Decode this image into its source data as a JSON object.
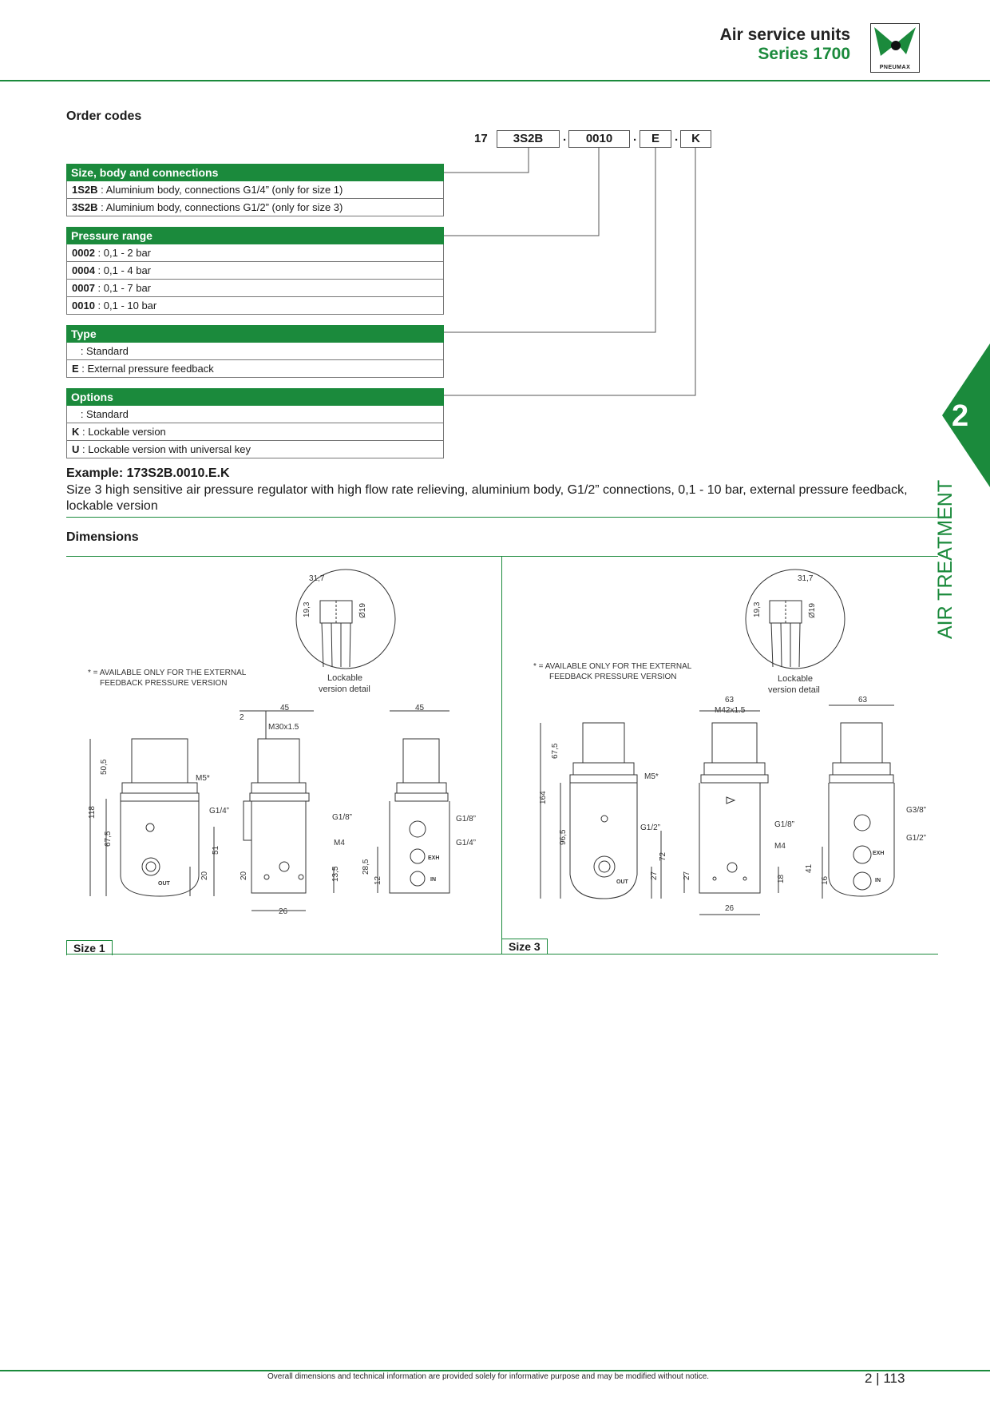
{
  "header": {
    "title": "Air service units",
    "subtitle": "Series 1700",
    "logo_text": "PNEUMAX"
  },
  "order_codes": {
    "title": "Order codes",
    "prefix": "17",
    "codes": [
      "3S2B",
      "0010",
      "E",
      "K"
    ],
    "separator": "."
  },
  "tables": [
    {
      "header": "Size, body and connections",
      "rows": [
        {
          "code": "1S2B",
          "text": " : Aluminium body, connections G1/4” (only for size 1)"
        },
        {
          "code": "3S2B",
          "text": " : Aluminium body, connections G1/2” (only for size 3)"
        }
      ]
    },
    {
      "header": "Pressure range",
      "rows": [
        {
          "code": "0002",
          "text": " : 0,1 - 2 bar"
        },
        {
          "code": "0004",
          "text": " : 0,1 - 4 bar"
        },
        {
          "code": "0007",
          "text": " : 0,1 - 7 bar"
        },
        {
          "code": "0010",
          "text": " : 0,1 - 10 bar"
        }
      ]
    },
    {
      "header": "Type",
      "rows": [
        {
          "code": "",
          "text": "   : Standard"
        },
        {
          "code": "E",
          "text": " : External pressure feedback"
        }
      ]
    },
    {
      "header": "Options",
      "rows": [
        {
          "code": "",
          "text": "   : Standard"
        },
        {
          "code": "K",
          "text": " : Lockable version"
        },
        {
          "code": "U",
          "text": " : Lockable version with universal key"
        }
      ]
    }
  ],
  "example": {
    "title": "Example: 173S2B.0010.E.K",
    "text": "Size 3 high sensitive air pressure regulator with high flow rate relieving, aluminium body, G1/2” connections, 0,1 - 10 bar, external pressure feedback, lockable version"
  },
  "dimensions": {
    "title": "Dimensions",
    "note_line1": "* = AVAILABLE ONLY FOR THE EXTERNAL",
    "note_line2": "FEEDBACK PRESSURE VERSION",
    "detail_line1": "Lockable",
    "detail_line2": "version detail",
    "size1": {
      "label": "Size 1",
      "detail": {
        "w": "31,7",
        "h": "19,3",
        "d": "Ø19"
      },
      "dims": {
        "w1": "45",
        "w2": "45",
        "gap": "2",
        "thread": "M30x1.5",
        "h_knob": "50,5",
        "h_total": "118",
        "h_body": "67,5",
        "h_port": "51",
        "h_out": "20",
        "h_side": "20",
        "h_m4": "13,5",
        "h_exh": "28,5",
        "h_in": "12",
        "w_base": "26"
      },
      "ports": {
        "m5": "M5*",
        "g14": "G1/4”",
        "g18": "G1/8”",
        "m4": "M4",
        "g18b": "G1/8”",
        "g14b": "G1/4”",
        "out": "OUT",
        "exh": "EXH",
        "in": "IN"
      }
    },
    "size3": {
      "label": "Size 3",
      "detail": {
        "w": "31,7",
        "h": "19,3",
        "d": "Ø19"
      },
      "dims": {
        "w1": "63",
        "w2": "63",
        "thread": "M42x1.5",
        "h_knob": "67,5",
        "h_total": "164",
        "h_body": "96,5",
        "h_port": "72",
        "h_out": "27",
        "h_side": "27",
        "h_m4": "18",
        "h_exh": "41",
        "h_in": "16",
        "w_base": "26"
      },
      "ports": {
        "m5": "M5*",
        "g12": "G1/2”",
        "g18": "G1/8”",
        "m4": "M4",
        "g38": "G3/8”",
        "g12b": "G1/2”",
        "out": "OUT",
        "exh": "EXH",
        "in": "IN"
      }
    }
  },
  "side_tab": {
    "number": "2",
    "label": "AIR TREATMENT"
  },
  "footer": {
    "note": "Overall dimensions and technical information are provided solely for informative purpose and may be modified without notice.",
    "page": "2 | 113"
  },
  "colors": {
    "brand_green": "#1b8a3c",
    "text": "#1a1a1a"
  }
}
